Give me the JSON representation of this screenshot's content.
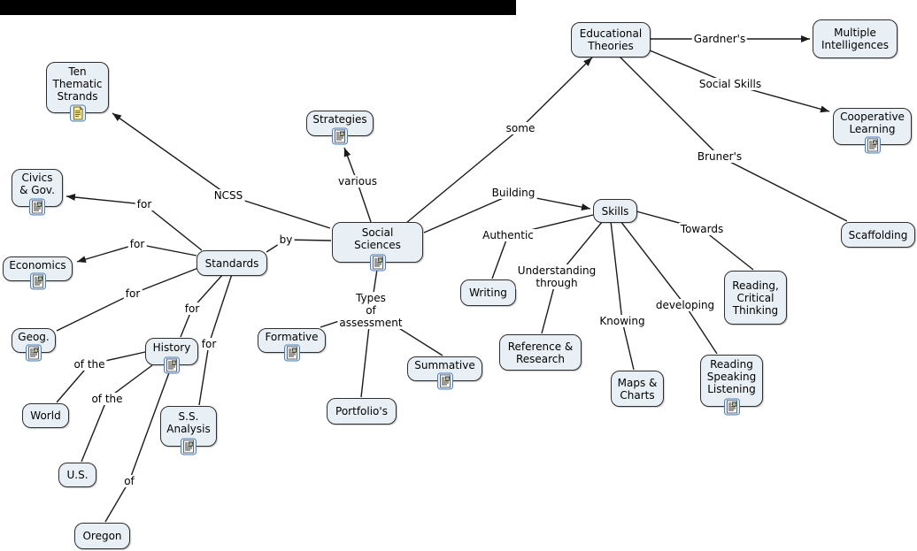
{
  "window": {
    "top_bar_color": "#000000",
    "canvas_color": "#ffffff"
  },
  "map": {
    "node_fill": "#e9f0f5",
    "node_border": "#2e2e2e",
    "line_color": "#1b1b1b",
    "icon_frame_color": "#4a7ebc",
    "nodes": [
      {
        "id": "ten-thematic-strands",
        "label": "Ten\nThematic\nStrands",
        "icon": "document-icon"
      },
      {
        "id": "civics-gov",
        "label": "Civics\n& Gov.",
        "icon": "webpage-icon"
      },
      {
        "id": "economics",
        "label": "Economics",
        "icon": "webpage-icon"
      },
      {
        "id": "geog",
        "label": "Geog.",
        "icon": "webpage-icon"
      },
      {
        "id": "standards",
        "label": "Standards",
        "icon": null
      },
      {
        "id": "history",
        "label": "History",
        "icon": "webpage-icon"
      },
      {
        "id": "world",
        "label": "World",
        "icon": null
      },
      {
        "id": "us",
        "label": "U.S.",
        "icon": null
      },
      {
        "id": "oregon",
        "label": "Oregon",
        "icon": null
      },
      {
        "id": "ss-analysis",
        "label": "S.S.\nAnalysis",
        "icon": "webpage-icon"
      },
      {
        "id": "strategies",
        "label": "Strategies",
        "icon": "webpage-icon"
      },
      {
        "id": "social-sciences",
        "label": "Social\nSciences",
        "icon": "webpage-icon"
      },
      {
        "id": "formative",
        "label": "Formative",
        "icon": "webpage-icon"
      },
      {
        "id": "summative",
        "label": "Summative",
        "icon": "webpage-icon"
      },
      {
        "id": "portfolios",
        "label": "Portfolio's",
        "icon": null
      },
      {
        "id": "writing",
        "label": "Writing",
        "icon": null
      },
      {
        "id": "reference-research",
        "label": "Reference &\nResearch",
        "icon": null
      },
      {
        "id": "maps-charts",
        "label": "Maps &\nCharts",
        "icon": null
      },
      {
        "id": "skills",
        "label": "Skills",
        "icon": null
      },
      {
        "id": "reading-critical-thinking",
        "label": "Reading,\nCritical\nThinking",
        "icon": null
      },
      {
        "id": "reading-speaking-listening",
        "label": "Reading\nSpeaking\nListening",
        "icon": "webpage-icon"
      },
      {
        "id": "educational-theories",
        "label": "Educational\nTheories",
        "icon": null
      },
      {
        "id": "multiple-intelligences",
        "label": "Multiple\nIntelligences",
        "icon": null
      },
      {
        "id": "cooperative-learning",
        "label": "Cooperative\nLearning",
        "icon": "webpage-icon"
      },
      {
        "id": "scaffolding",
        "label": "Scaffolding",
        "icon": null
      }
    ],
    "labels": [
      {
        "id": "ncss",
        "text": "NCSS"
      },
      {
        "id": "for-civics",
        "text": "for"
      },
      {
        "id": "for-economics",
        "text": "for"
      },
      {
        "id": "for-geog",
        "text": "for"
      },
      {
        "id": "for-history",
        "text": "for"
      },
      {
        "id": "for-ss-analysis",
        "text": "for"
      },
      {
        "id": "of-the-world",
        "text": "of the"
      },
      {
        "id": "of-the-us",
        "text": "of the"
      },
      {
        "id": "of-oregon",
        "text": "of"
      },
      {
        "id": "by",
        "text": "by"
      },
      {
        "id": "various",
        "text": "various"
      },
      {
        "id": "some",
        "text": "some"
      },
      {
        "id": "building",
        "text": "Building"
      },
      {
        "id": "types-of-assessment",
        "text": "Types\nof\nassessment"
      },
      {
        "id": "authentic",
        "text": "Authentic"
      },
      {
        "id": "understanding-through",
        "text": "Understanding\nthrough"
      },
      {
        "id": "knowing",
        "text": "Knowing"
      },
      {
        "id": "developing",
        "text": "developing"
      },
      {
        "id": "towards",
        "text": "Towards"
      },
      {
        "id": "gardners",
        "text": "Gardner's"
      },
      {
        "id": "social-skills",
        "text": "Social Skills"
      },
      {
        "id": "bruners",
        "text": "Bruner's"
      }
    ],
    "edges": [
      {
        "from": "Social Sciences",
        "label": "NCSS",
        "to": "Ten Thematic Strands",
        "arrow": true
      },
      {
        "from": "Social Sciences",
        "label": "by",
        "to": "Standards",
        "arrow": false
      },
      {
        "from": "Social Sciences",
        "label": "various",
        "to": "Strategies",
        "arrow": true
      },
      {
        "from": "Social Sciences",
        "label": "some",
        "to": "Educational Theories",
        "arrow": true
      },
      {
        "from": "Social Sciences",
        "label": "Building",
        "to": "Skills",
        "arrow": true
      },
      {
        "from": "Social Sciences",
        "label": "Types of assessment",
        "to": "Formative",
        "arrow": false
      },
      {
        "from": "Social Sciences",
        "label": "Types of assessment",
        "to": "Summative",
        "arrow": false
      },
      {
        "from": "Social Sciences",
        "label": "Types of assessment",
        "to": "Portfolio's",
        "arrow": false
      },
      {
        "from": "Standards",
        "label": "for",
        "to": "Civics & Gov.",
        "arrow": true
      },
      {
        "from": "Standards",
        "label": "for",
        "to": "Economics",
        "arrow": true
      },
      {
        "from": "Standards",
        "label": "for",
        "to": "Geog.",
        "arrow": false
      },
      {
        "from": "Standards",
        "label": "for",
        "to": "History",
        "arrow": false
      },
      {
        "from": "Standards",
        "label": "for",
        "to": "S.S. Analysis",
        "arrow": false
      },
      {
        "from": "History",
        "label": "of the",
        "to": "World",
        "arrow": false
      },
      {
        "from": "History",
        "label": "of the",
        "to": "U.S.",
        "arrow": false
      },
      {
        "from": "History",
        "label": "of",
        "to": "Oregon",
        "arrow": false
      },
      {
        "from": "Educational Theories",
        "label": "Gardner's",
        "to": "Multiple Intelligences",
        "arrow": true
      },
      {
        "from": "Educational Theories",
        "label": "Social Skills",
        "to": "Cooperative Learning",
        "arrow": true
      },
      {
        "from": "Educational Theories",
        "label": "Bruner's",
        "to": "Scaffolding",
        "arrow": false
      },
      {
        "from": "Skills",
        "label": "Authentic",
        "to": "Writing",
        "arrow": false
      },
      {
        "from": "Skills",
        "label": "Understanding through",
        "to": "Reference & Research",
        "arrow": false
      },
      {
        "from": "Skills",
        "label": "Knowing",
        "to": "Maps & Charts",
        "arrow": false
      },
      {
        "from": "Skills",
        "label": "developing",
        "to": "Reading Speaking Listening",
        "arrow": false
      },
      {
        "from": "Skills",
        "label": "Towards",
        "to": "Reading, Critical Thinking",
        "arrow": false
      }
    ]
  }
}
